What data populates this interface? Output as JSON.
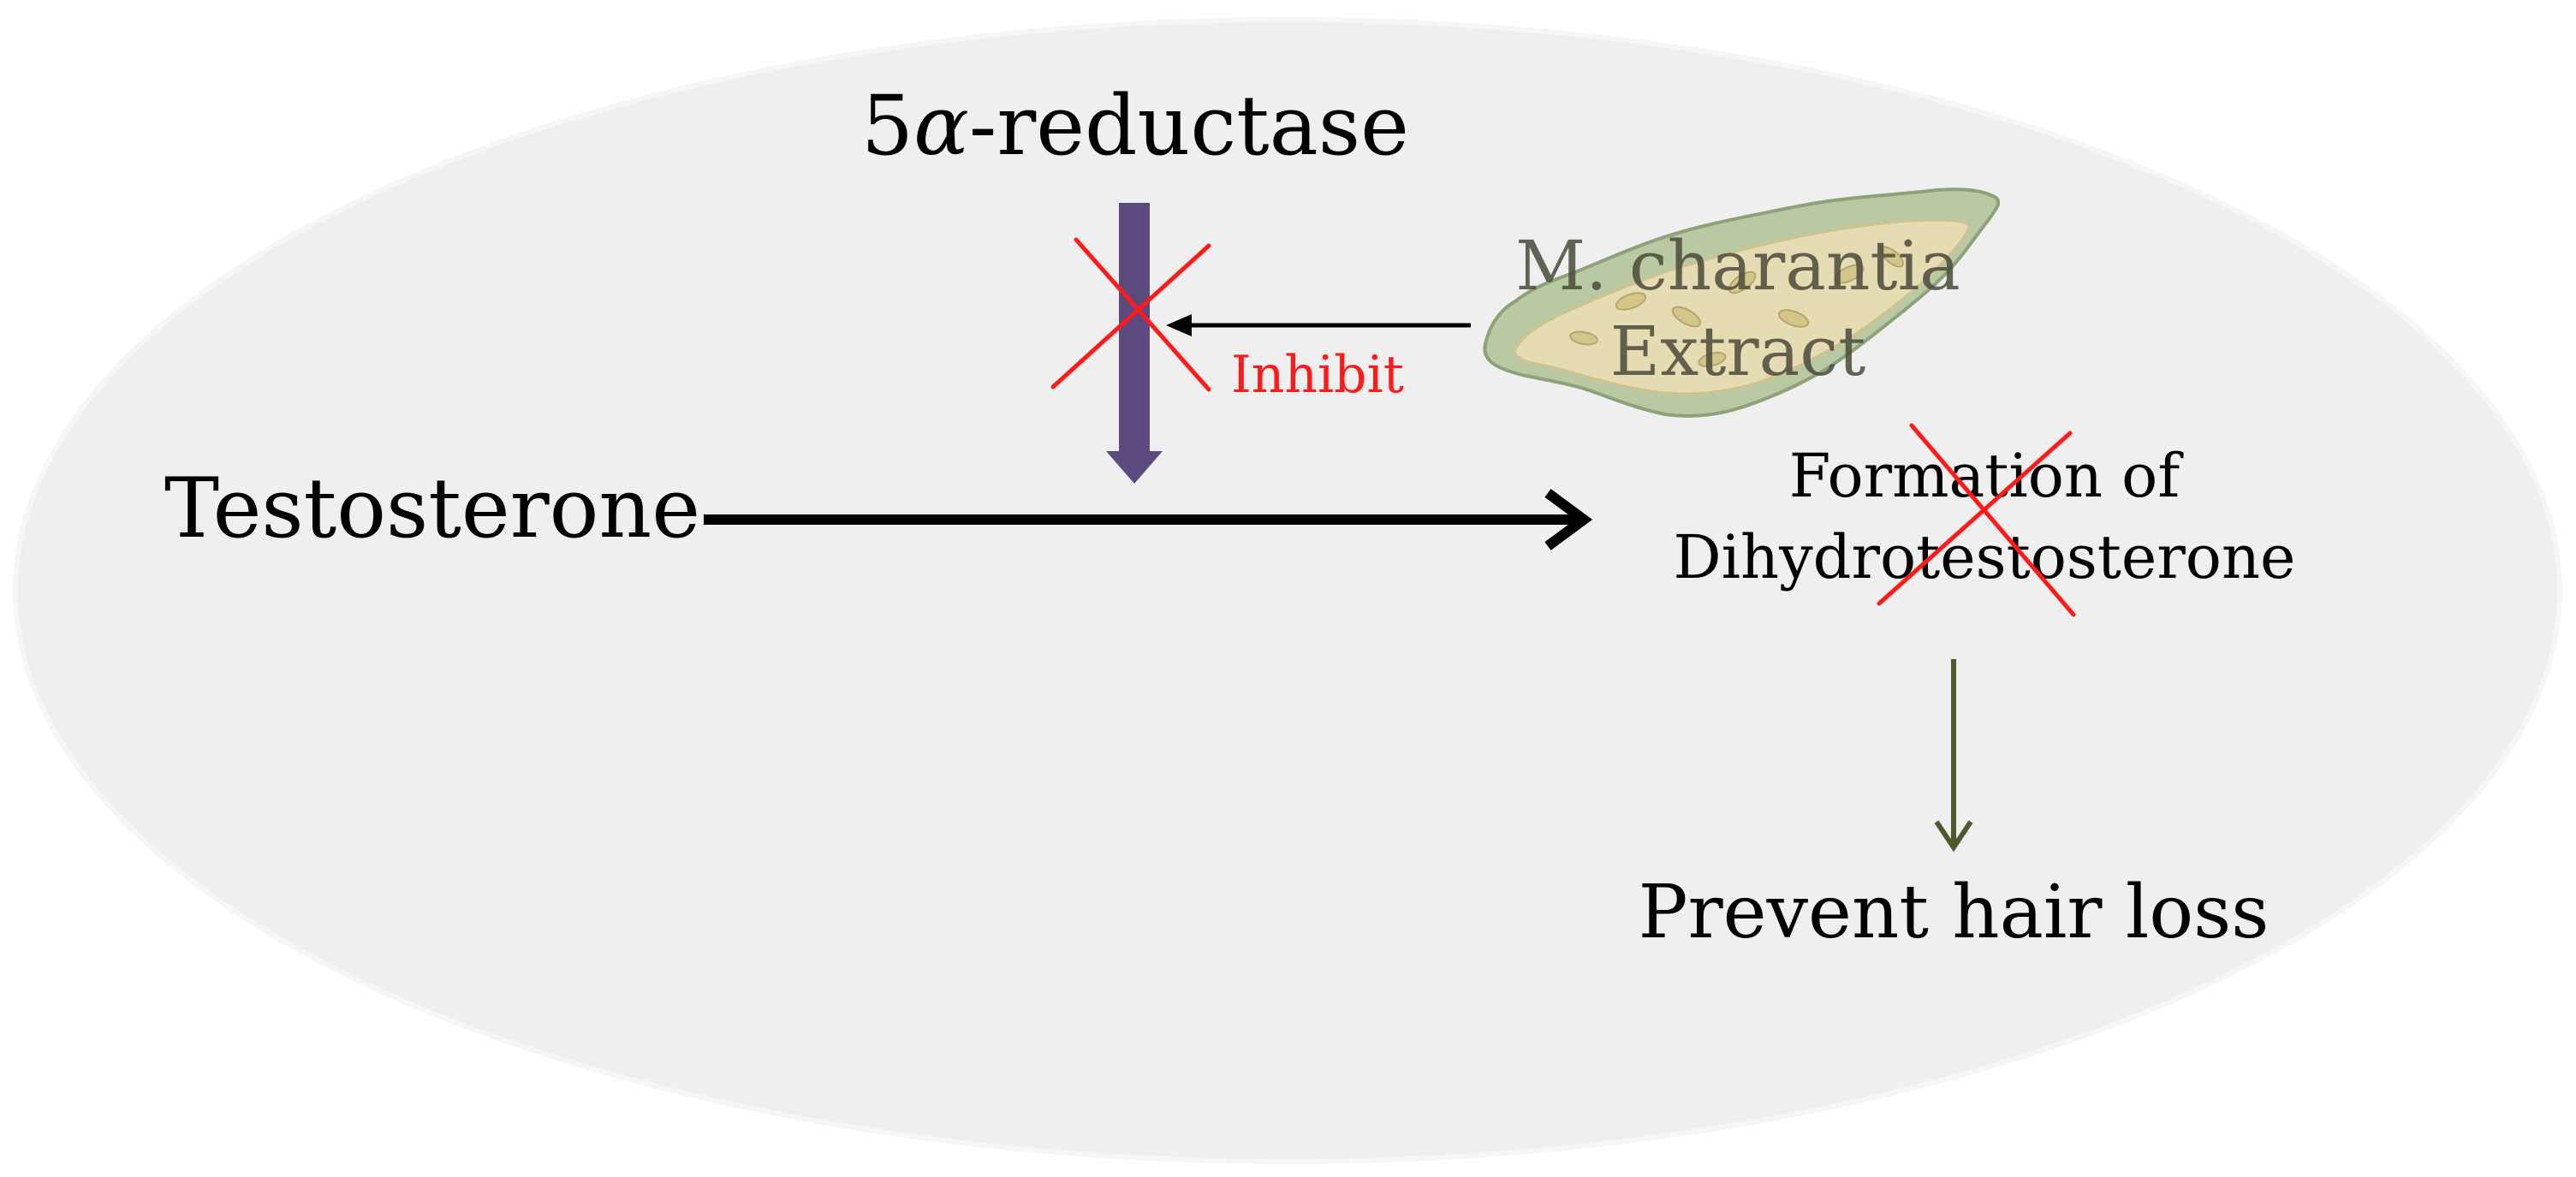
{
  "enzyme": {
    "label_prefix": "5",
    "label_alpha": "α",
    "label_suffix": "-reductase"
  },
  "substrate": {
    "label": "Testosterone"
  },
  "extract": {
    "line1": "M. charantia",
    "line2": "Extract"
  },
  "inhibit": {
    "label": "Inhibit"
  },
  "product": {
    "line1": "Formation of",
    "line2": "Dihydrotestosterone"
  },
  "outcome": {
    "label": "Prevent hair loss"
  },
  "colors": {
    "background_ellipse": "#efefef",
    "enzyme_arrow": "#5a4a7e",
    "cross": "#ff1a1a",
    "inhibit_text": "#ff1a1a",
    "main_arrow": "#000000",
    "outcome_arrow": "#4d5a2e",
    "fruit_outer": "#b9c9a4",
    "fruit_inner": "#e6dcb3",
    "extract_text": "#4a4a3a"
  },
  "icons": {
    "fruit": "bitter-melon-slice-icon"
  }
}
